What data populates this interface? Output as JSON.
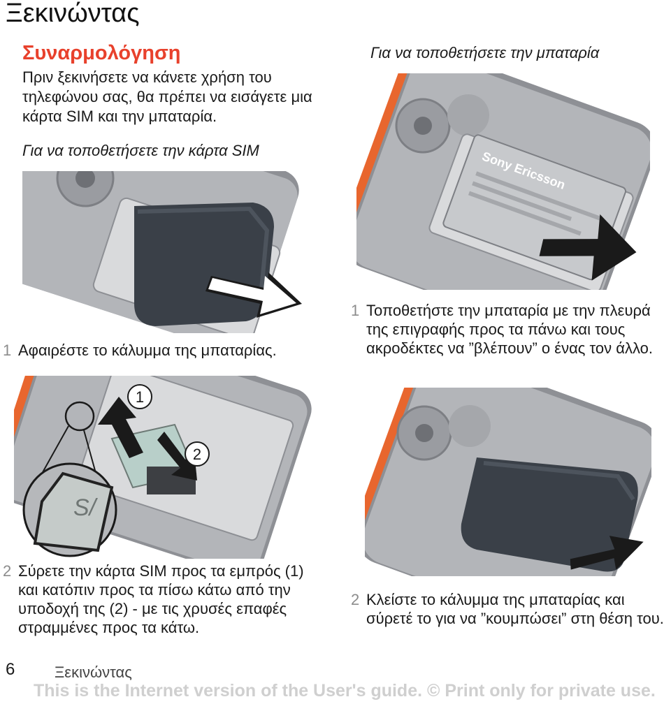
{
  "page": {
    "title": "Ξεκινώντας",
    "section_title": "Συναρμολόγηση",
    "intro": "Πριν ξεκινήσετε να κάνετε χρήση του τηλεφώνου σας, θα πρέπει να εισάγετε μια κάρτα SIM και την μπαταρία.",
    "sim_heading": "Για να τοποθετήσετε την κάρτα SIM",
    "battery_heading": "Για να τοποθετήσετε την μπαταρία"
  },
  "sim_steps": [
    {
      "num": "1",
      "text": "Αφαιρέστε το κάλυμμα της μπαταρίας."
    },
    {
      "num": "2",
      "text": "Σύρετε την κάρτα SIM προς τα εμπρός (1) και κατόπιν προς τα πίσω κάτω από την υποδοχή της (2) - με τις χρυσές επαφές στραμμένες προς τα κάτω."
    }
  ],
  "battery_steps": [
    {
      "num": "1",
      "text": "Τοποθετήστε την μπαταρία με την πλευρά της επιγραφής προς τα πάνω και τους ακροδέκτες να ”βλέπουν” ο ένας τον άλλο."
    },
    {
      "num": "2",
      "text": "Κλείστε το κάλυμμα της μπαταρίας και σύρετέ το για να ”κουμπώσει” στη θέση του."
    }
  ],
  "illustration_labels": {
    "battery_brand": "Sony Ericsson",
    "callout_1": "1",
    "callout_2": "2",
    "zoom_text": "S/"
  },
  "footer": {
    "page_number": "6",
    "section": "Ξεκινώντας",
    "watermark": "This is the Internet version of the User's guide. © Print only for private use."
  },
  "colors": {
    "accent": "#e8412c",
    "phone_orange": "#e8662e",
    "cover_dark": "#3a4048"
  }
}
